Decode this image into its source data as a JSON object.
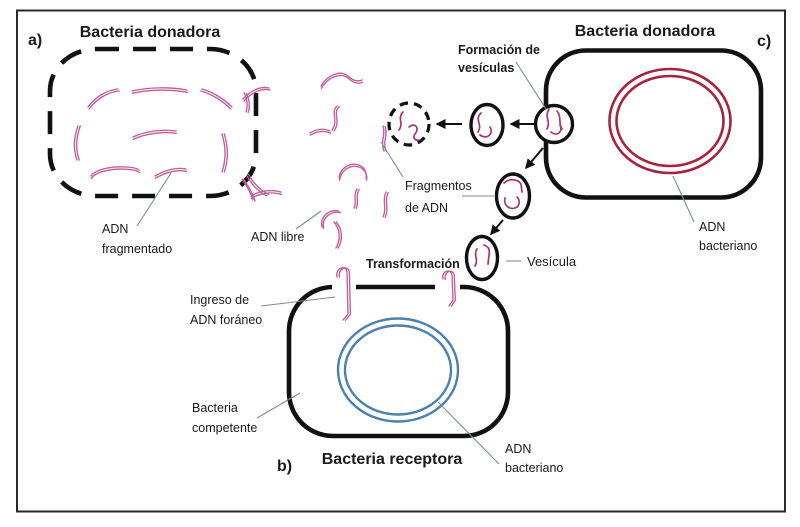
{
  "figure": {
    "panel_a": {
      "label": "a)",
      "title": "Bacteria donadora",
      "adn_fragmentado": [
        "ADN",
        "fragmentado"
      ],
      "adn_libre": "ADN libre"
    },
    "panel_c": {
      "label": "c)",
      "title": "Bacteria donadora",
      "formacion_vesiculas": [
        "Formación de",
        "vesículas"
      ],
      "fragmentos_adn": [
        "Fragmentos",
        "de ADN"
      ],
      "vesicula": "Vesícula",
      "adn_bacteriano": [
        "ADN",
        "bacteriano"
      ]
    },
    "panel_b": {
      "label": "b)",
      "title": "Bacteria receptora",
      "transformacion": "Transformación",
      "ingreso_adn": [
        "Ingreso de",
        "ADN foráneo"
      ],
      "bacteria_competente": [
        "Bacteria",
        "competente"
      ],
      "adn_bacteriano": [
        "ADN",
        "bacteriano"
      ]
    },
    "colors": {
      "cell_outline": "#111111",
      "dna_fragment": "#c25c9d",
      "vesicle_dna": "#a93474",
      "donor_chromosome": "#a8213f",
      "recipient_chromosome": "#4a80ae",
      "pointer_line": "#7d8f8f",
      "frame": "#2a2a2a"
    }
  }
}
